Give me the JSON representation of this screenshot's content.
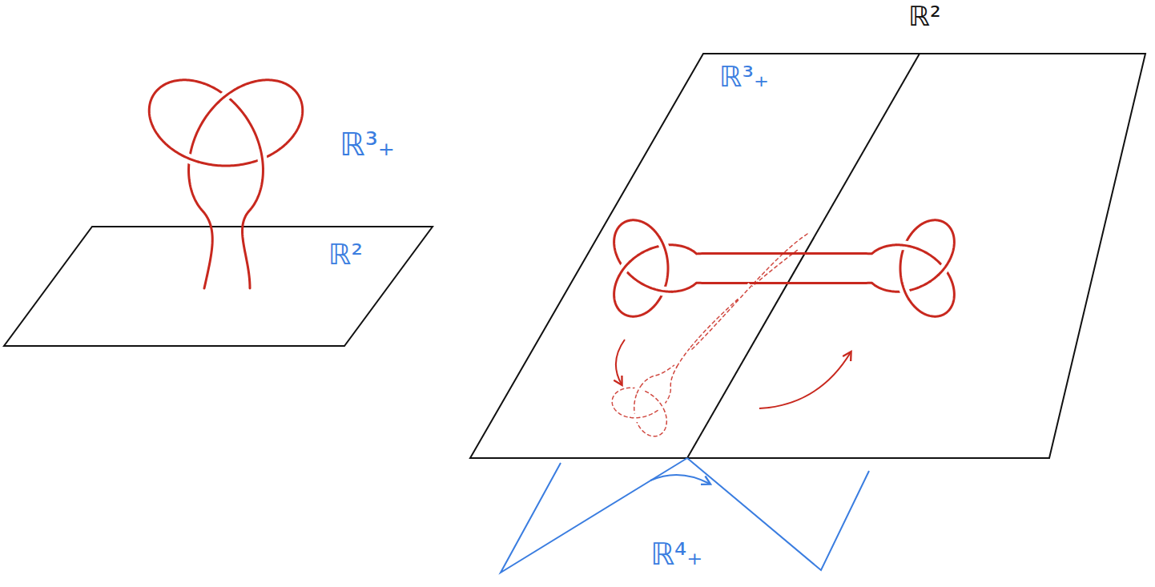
{
  "diagram": {
    "labels": [
      "ℝ³₊",
      "ℝ²",
      "ℝ²",
      "ℝ³₊",
      "ℝ⁴₊"
    ]
  }
}
